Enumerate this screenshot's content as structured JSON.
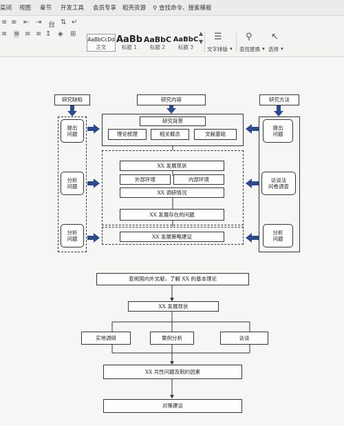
{
  "menu": {
    "items": [
      "菜间",
      "视图",
      "章节",
      "开发工具",
      "会员专享",
      "稻壳资源"
    ],
    "search_label": "查找命令、搜索模板"
  },
  "ribbon": {
    "styles": [
      {
        "preview": "AaBbCcDd",
        "name": "正文"
      },
      {
        "preview": "AaBb",
        "name": "标题 1"
      },
      {
        "preview": "AaBbC",
        "name": "标题 2"
      },
      {
        "preview": "AaBbC",
        "name": "标题 3"
      }
    ],
    "text_layout_label": "文字排版",
    "find_replace_label": "查找替换",
    "select_label": "选择"
  },
  "diagram1": {
    "left_header": "研究缺陷",
    "center_header": "研究内容",
    "right_header": "研究方法",
    "left_items": [
      "提出\n问题",
      "分析\n问题",
      "分析\n问题"
    ],
    "right_items": [
      "提出\n问题",
      "访谈法\n问卷调查",
      "分析\n问题"
    ],
    "background": {
      "title": "研究背景",
      "items": [
        "理论梳理",
        "相关概念",
        "文献基础"
      ]
    },
    "status": {
      "title": "XX 发展现状",
      "items": [
        "外部环境",
        "内部环境"
      ],
      "survey": "XX 调研情况"
    },
    "problems": "XX 发展存在的问题",
    "suggestions": "XX 发展策略建议"
  },
  "diagram2": {
    "step1": "查阅国内外文献，了解 XX 的基本理论",
    "step2": "XX 发展现状",
    "branches": [
      "实地调研",
      "案例分析",
      "访谈"
    ],
    "step3": "XX 共性问题及制约因素",
    "step4": "对策建议"
  }
}
